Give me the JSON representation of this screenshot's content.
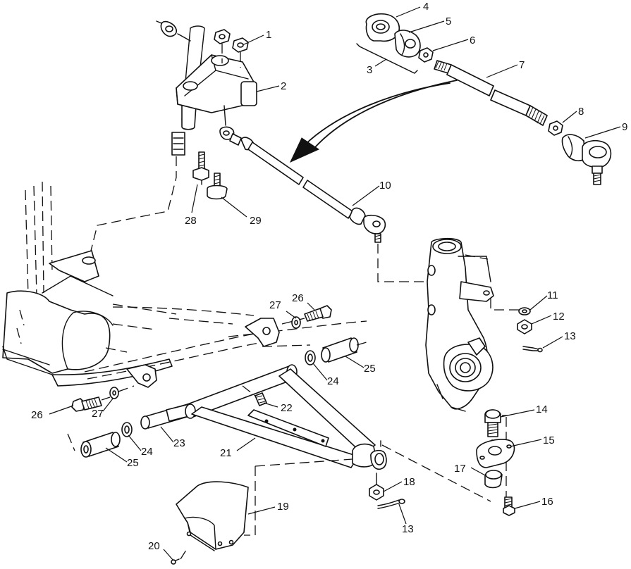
{
  "callouts": {
    "c1": "1",
    "c2": "2",
    "c3": "3",
    "c4": "4",
    "c5": "5",
    "c6": "6",
    "c7": "7",
    "c8": "8",
    "c9": "9",
    "c10": "10",
    "c11": "11",
    "c12": "12",
    "c13a": "13",
    "c13b": "13",
    "c14": "14",
    "c15": "15",
    "c16": "16",
    "c17": "17",
    "c18": "18",
    "c19": "19",
    "c20": "20",
    "c21": "21",
    "c22": "22",
    "c23": "23",
    "c24a": "24",
    "c24b": "24",
    "c25a": "25",
    "c25b": "25",
    "c26a": "26",
    "c26b": "26",
    "c27a": "27",
    "c27b": "27",
    "c28": "28",
    "c29": "29"
  }
}
